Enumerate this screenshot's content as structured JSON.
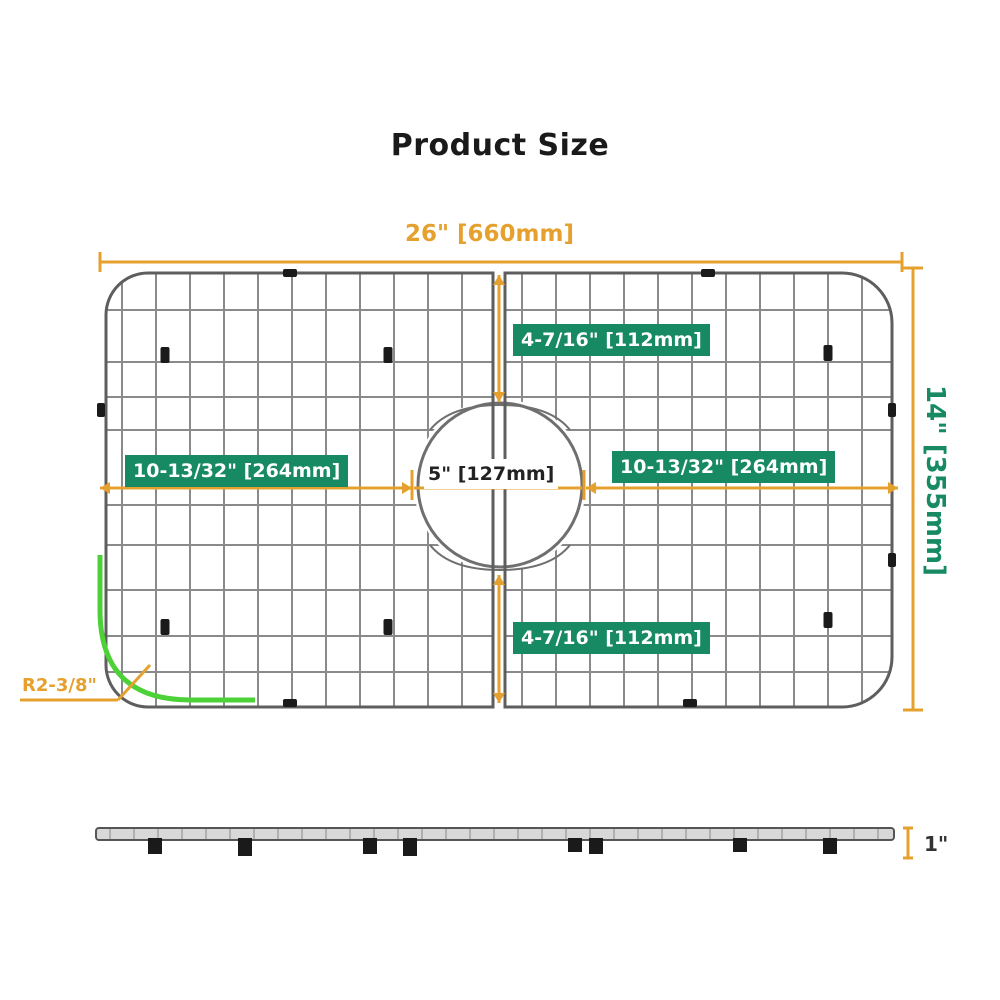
{
  "title": "Product Size",
  "dimensions": {
    "width_label": "26\" [660mm]",
    "height_label": "14\" [355mm]",
    "top_center_segment": "4-7/16\" [112mm]",
    "bottom_center_segment": "4-7/16\" [112mm]",
    "left_segment": "10-13/32\" [264mm]",
    "right_segment": "10-13/32\" [264mm]",
    "center_hole": "5\" [127mm]",
    "corner_radius": "R2-3/8\"",
    "thickness": "1\""
  },
  "colors": {
    "dimension_orange": "#e6a02e",
    "label_green": "#178a64",
    "radius_highlight": "#4cd137",
    "grid_steel": "#8a8a8a",
    "foot_black": "#1a1a1a"
  }
}
